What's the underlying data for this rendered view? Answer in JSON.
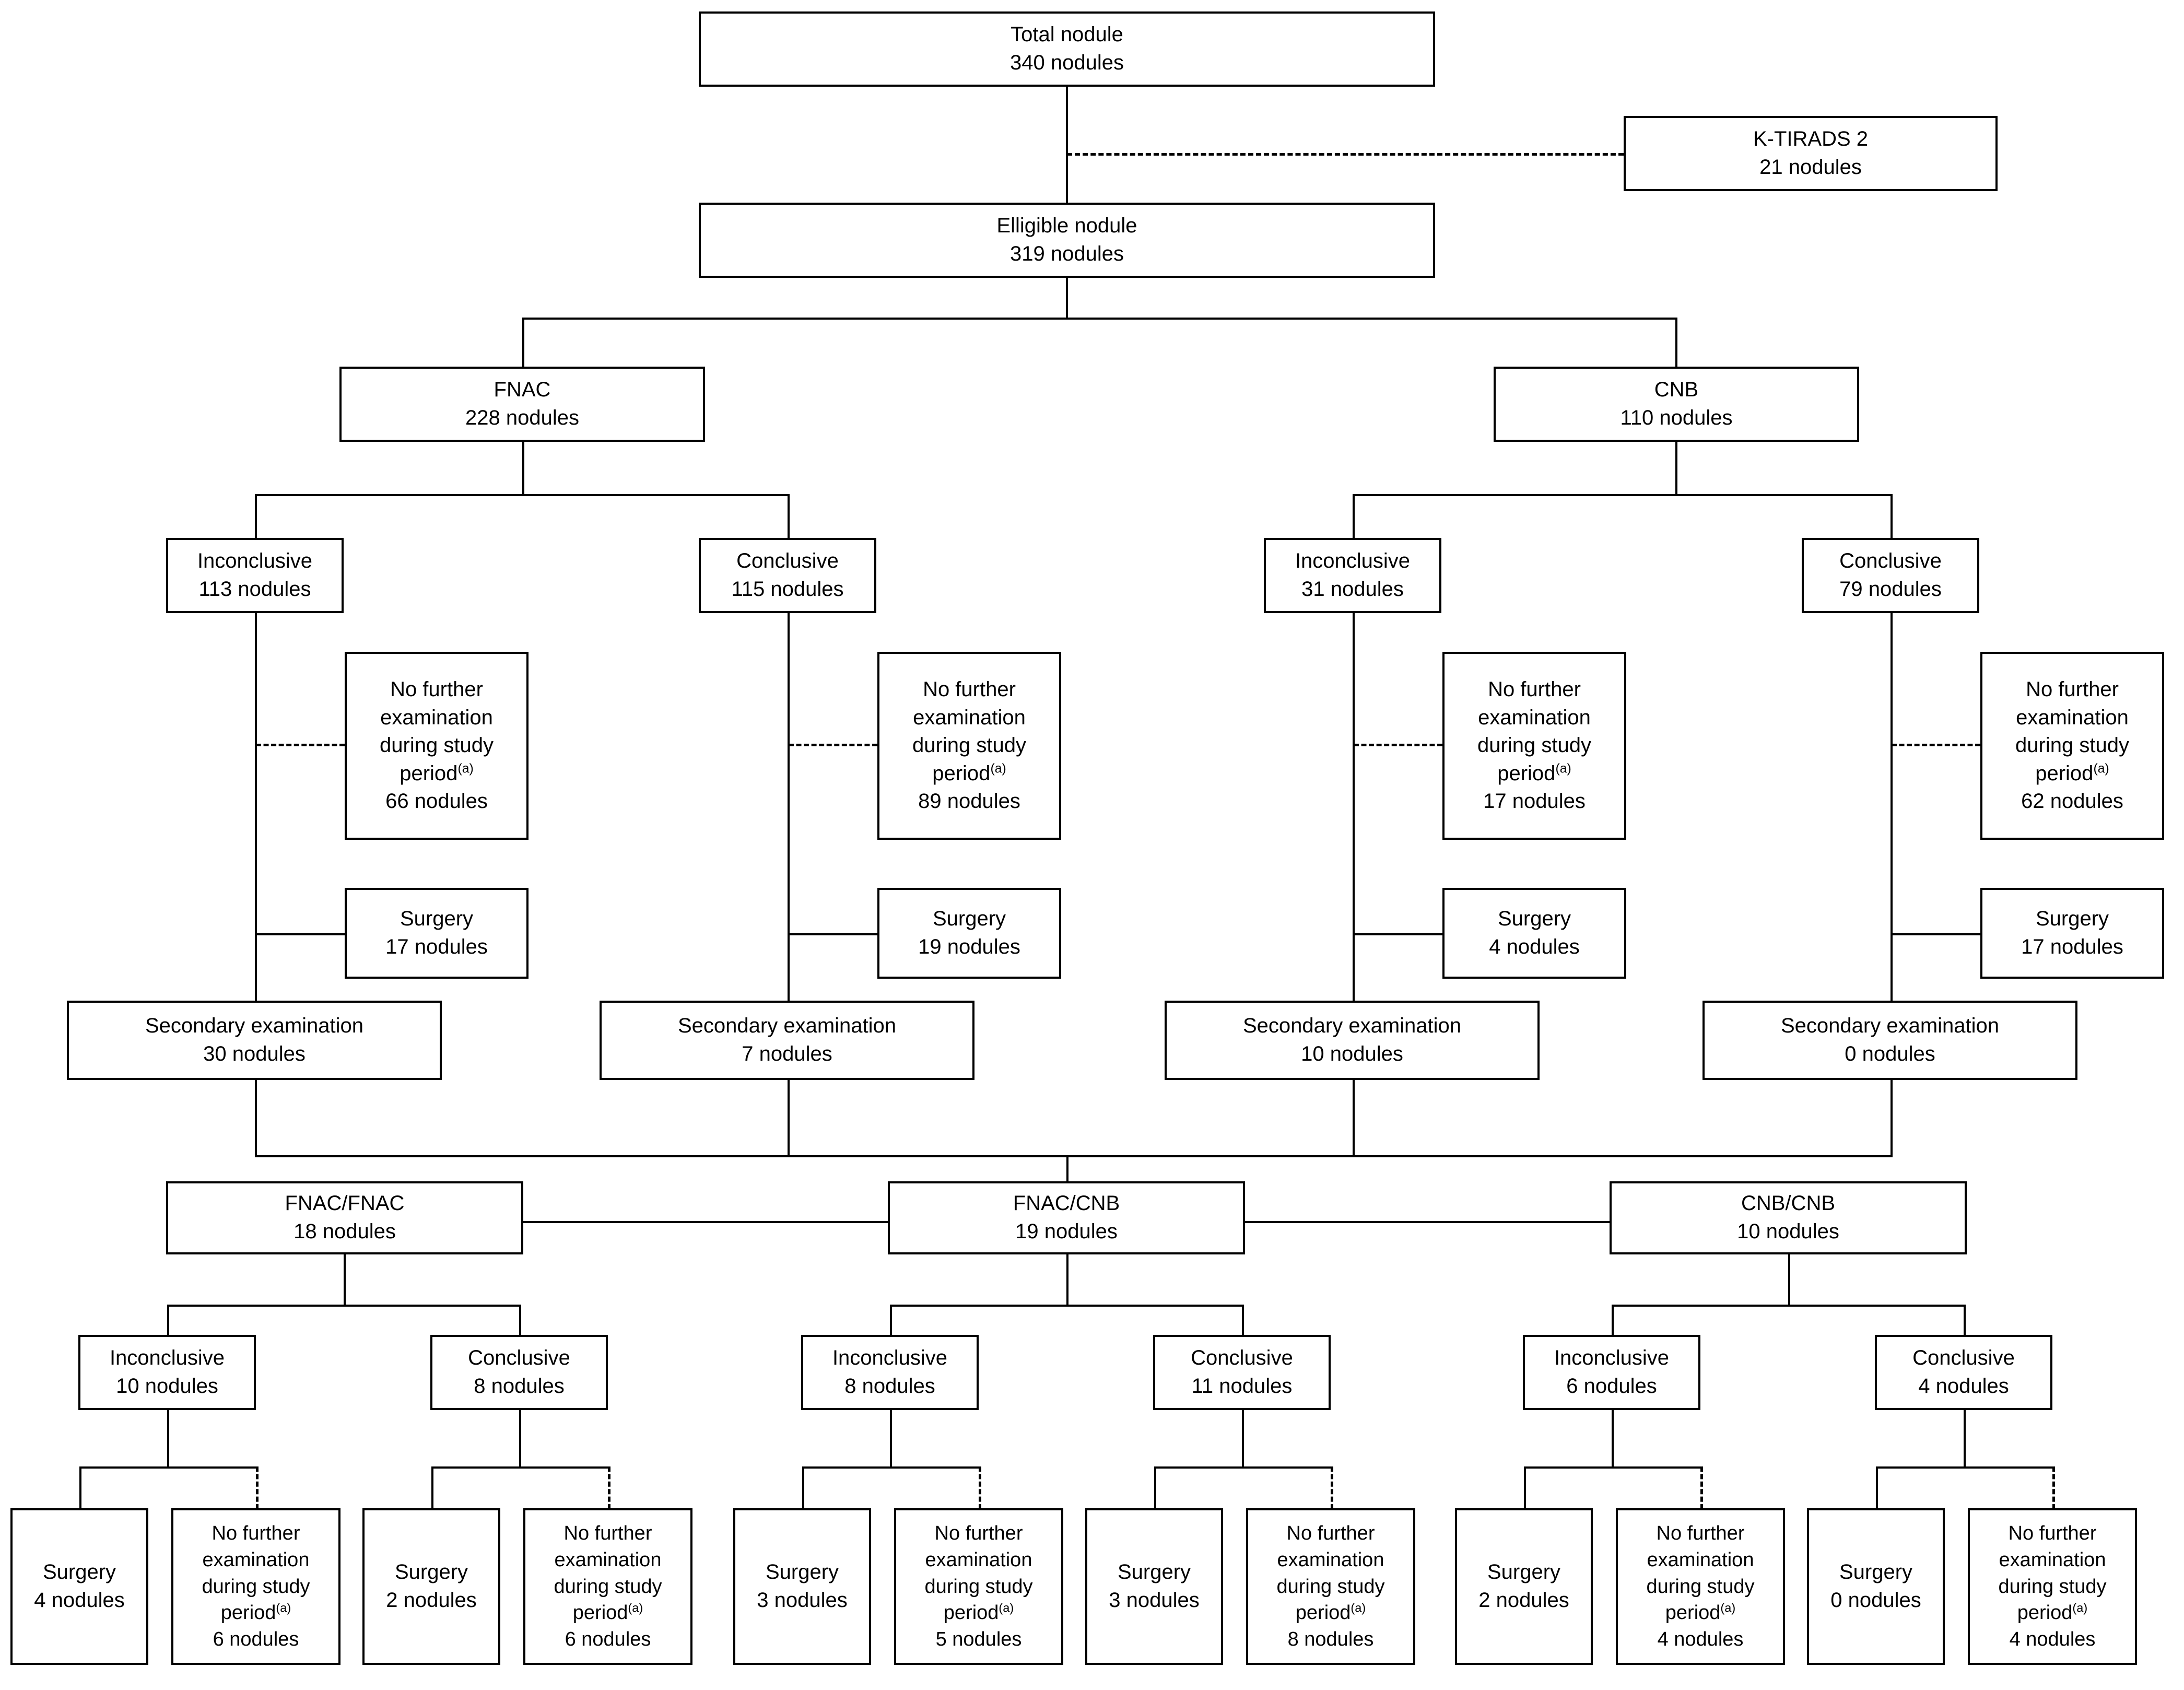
{
  "figure": {
    "type": "flowchart",
    "title": "Thyroid nodule diagnostic pathway flow diagram",
    "footnote_marker": "(a)",
    "unit": "nodules"
  },
  "labels": {
    "no_further_l1": "No further",
    "no_further_l2": "examination",
    "no_further_l3": "during study",
    "no_further_l4": "period",
    "surgery": "Surgery",
    "secondary_examination": "Secondary examination",
    "inconclusive": "Inconclusive",
    "conclusive": "Conclusive"
  },
  "nodes": {
    "total": {
      "title": "Total nodule",
      "count": "340 nodules"
    },
    "ktirads2": {
      "title": "K-TIRADS 2",
      "count": "21 nodules"
    },
    "eligible": {
      "title": "Elligible nodule",
      "count": "319 nodules"
    },
    "fnac": {
      "title": "FNAC",
      "count": "228 nodules"
    },
    "cnb": {
      "title": "CNB",
      "count": "110 nodules"
    },
    "fnac_inconclusive": {
      "title": "Inconclusive",
      "count": "113 nodules"
    },
    "fnac_conclusive": {
      "title": "Conclusive",
      "count": "115 nodules"
    },
    "cnb_inconclusive": {
      "title": "Inconclusive",
      "count": "31 nodules"
    },
    "cnb_conclusive": {
      "title": "Conclusive",
      "count": "79 nodules"
    },
    "nfe_fnac_inc": {
      "count": "66 nodules"
    },
    "nfe_fnac_con": {
      "count": "89 nodules"
    },
    "nfe_cnb_inc": {
      "count": "17 nodules"
    },
    "nfe_cnb_con": {
      "count": "62 nodules"
    },
    "surg_fnac_inc": {
      "title": "Surgery",
      "count": "17 nodules"
    },
    "surg_fnac_con": {
      "title": "Surgery",
      "count": "19 nodules"
    },
    "surg_cnb_inc": {
      "title": "Surgery",
      "count": "4 nodules"
    },
    "surg_cnb_con": {
      "title": "Surgery",
      "count": "17 nodules"
    },
    "sec_fnac_inc": {
      "title": "Secondary examination",
      "count": "30 nodules"
    },
    "sec_fnac_con": {
      "title": "Secondary examination",
      "count": "7 nodules"
    },
    "sec_cnb_inc": {
      "title": "Secondary examination",
      "count": "10 nodules"
    },
    "sec_cnb_con": {
      "title": "Secondary examination",
      "count": "0 nodules"
    },
    "fnac_fnac": {
      "title": "FNAC/FNAC",
      "count": "18 nodules"
    },
    "fnac_cnb": {
      "title": "FNAC/CNB",
      "count": "19 nodules"
    },
    "cnb_cnb": {
      "title": "CNB/CNB",
      "count": "10 nodules"
    },
    "ff_inconclusive": {
      "title": "Inconclusive",
      "count": "10 nodules"
    },
    "ff_conclusive": {
      "title": "Conclusive",
      "count": "8 nodules"
    },
    "fc_inconclusive": {
      "title": "Inconclusive",
      "count": "8 nodules"
    },
    "fc_conclusive": {
      "title": "Conclusive",
      "count": "11 nodules"
    },
    "cc_inconclusive": {
      "title": "Inconclusive",
      "count": "6 nodules"
    },
    "cc_conclusive": {
      "title": "Conclusive",
      "count": "4 nodules"
    },
    "ff_inc_surgery": {
      "title": "Surgery",
      "count": "4 nodules"
    },
    "ff_inc_nfe": {
      "count": "6 nodules"
    },
    "ff_con_surgery": {
      "title": "Surgery",
      "count": "2 nodules"
    },
    "ff_con_nfe": {
      "count": "6 nodules"
    },
    "fc_inc_surgery": {
      "title": "Surgery",
      "count": "3 nodules"
    },
    "fc_inc_nfe": {
      "count": "5 nodules"
    },
    "fc_con_surgery": {
      "title": "Surgery",
      "count": "3 nodules"
    },
    "fc_con_nfe": {
      "count": "8 nodules"
    },
    "cc_inc_surgery": {
      "title": "Surgery",
      "count": "2 nodules"
    },
    "cc_inc_nfe": {
      "count": "4 nodules"
    },
    "cc_con_surgery": {
      "title": "Surgery",
      "count": "0 nodules"
    },
    "cc_con_nfe": {
      "count": "4 nodules"
    }
  },
  "colors": {
    "line": "#000000",
    "box_fill": "#ffffff",
    "text": "#000000"
  }
}
